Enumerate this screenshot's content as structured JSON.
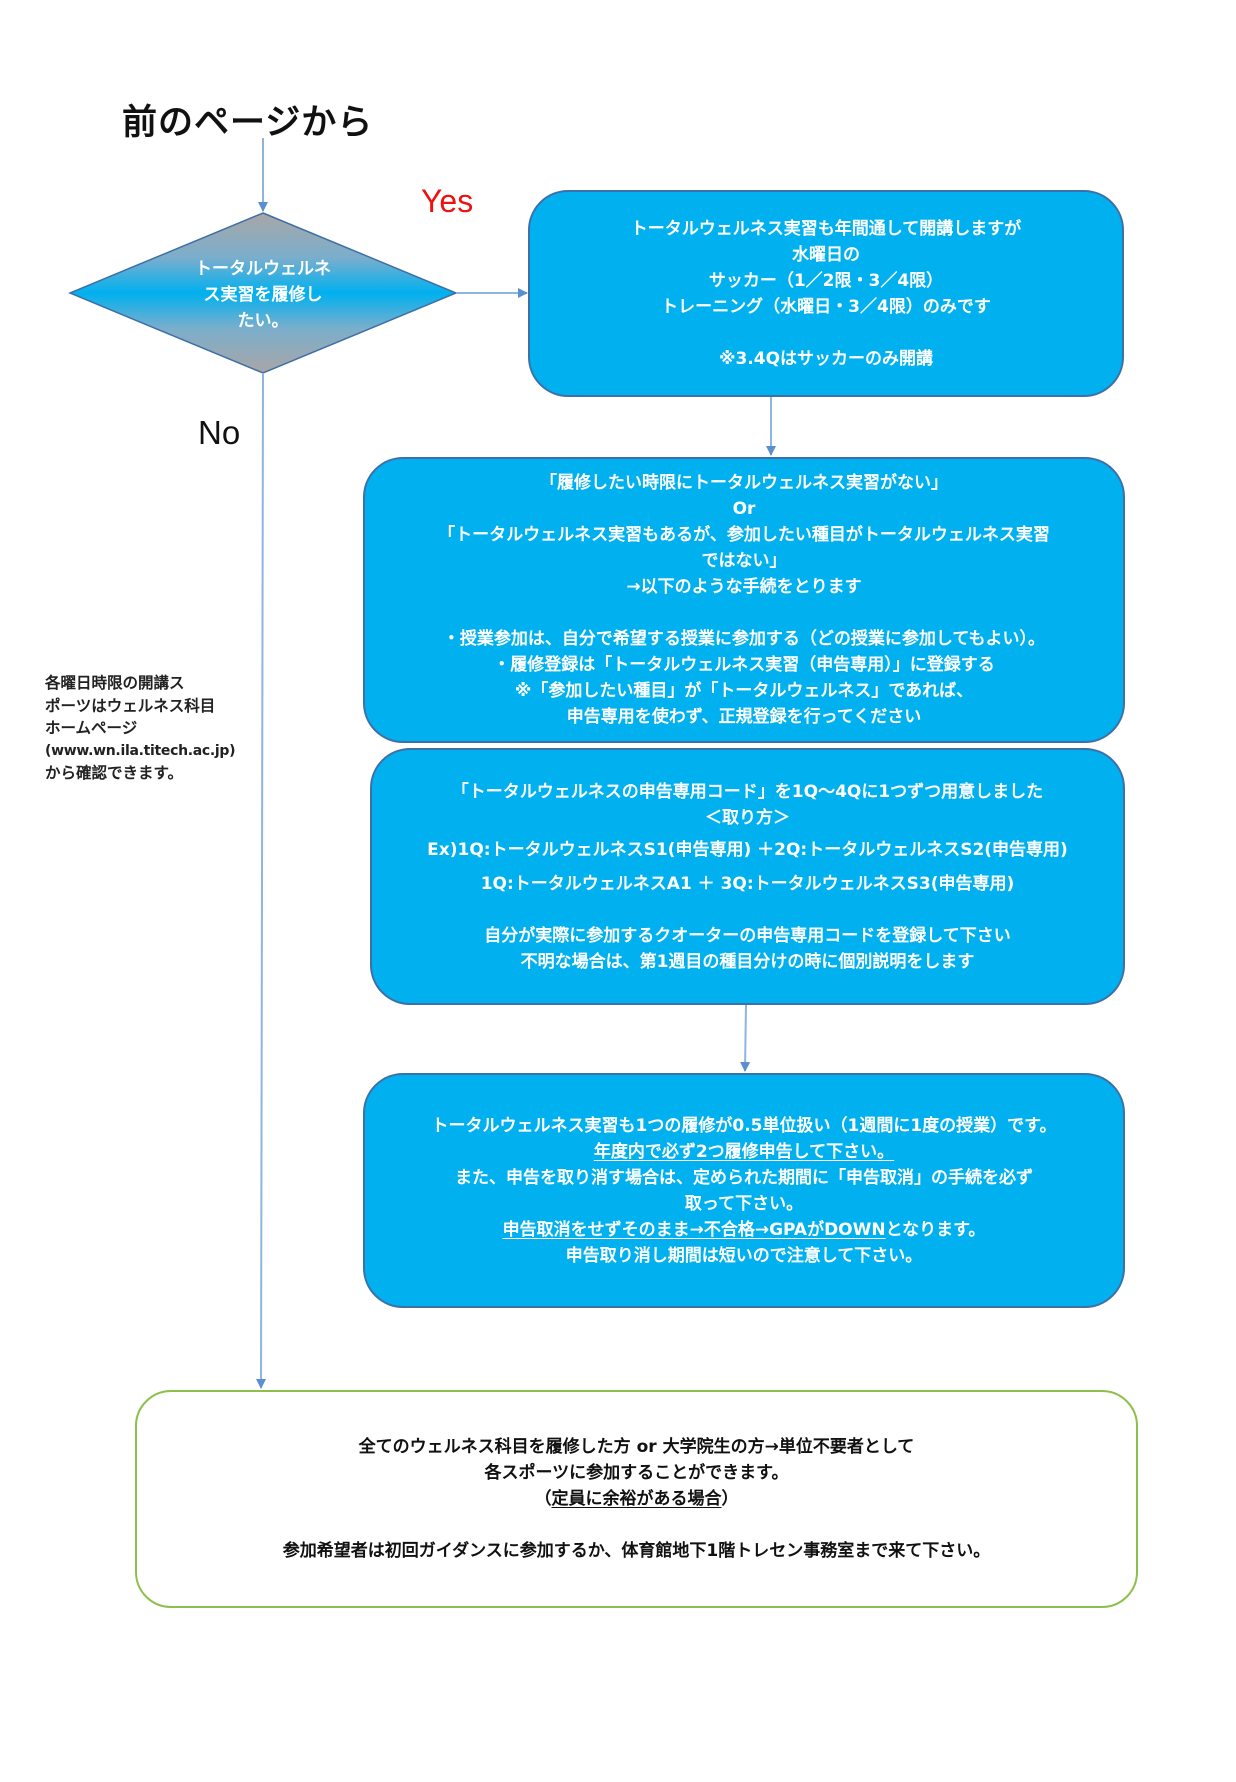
{
  "title": "前のページから",
  "decision": {
    "lines": [
      "トータルウェルネ",
      "ス実習を履修し",
      "たい。"
    ],
    "yes_label": "Yes",
    "no_label": "No"
  },
  "side_note": {
    "lines": [
      "各曜日時限の開講ス",
      "ポーツはウェルネス科目",
      "ホームページ",
      "(www.wn.ila.titech.ac.jp)",
      "から確認できます。"
    ]
  },
  "box_schedule": {
    "lines": [
      "トータルウェルネス実習も年間通して開講しますが",
      "水曜日の",
      "サッカー（1／2限・3／4限）",
      "トレーニング（水曜日・3／4限）のみです"
    ],
    "note": "※3.4Qはサッカーのみ開講"
  },
  "box_procedure": {
    "lines_top": [
      "「履修したい時限にトータルウェルネス実習がない」",
      "Or",
      "「トータルウェルネス実習もあるが、参加したい種目がトータルウェルネス実習",
      "ではない」",
      "→以下のような手続をとります"
    ],
    "lines_bottom": [
      "・授業参加は、自分で希望する授業に参加する（どの授業に参加してもよい）。",
      "・履修登録は「トータルウェルネス実習（申告専用）」に登録する",
      "※「参加したい種目」が「トータルウェルネス」であれば、",
      "申告専用を使わず、正規登録を行ってください"
    ]
  },
  "box_codes": {
    "line1": "「トータルウェルネスの申告専用コード」を1Q～4Qに1つずつ用意しました",
    "line2": "＜取り方＞",
    "example1": "Ex)1Q:トータルウェルネスS1(申告専用) ＋2Q:トータルウェルネスS2(申告専用)",
    "example2": "1Q:トータルウェルネスA1 ＋ 3Q:トータルウェルネスS3(申告専用)",
    "line3": "自分が実際に参加するクオーターの申告専用コードを登録して下さい",
    "line4": "不明な場合は、第1週目の種目分けの時に個別説明をします"
  },
  "box_credits": {
    "line1": "トータルウェルネス実習も1つの履修が0.5単位扱い（1週間に1度の授業）です。",
    "line2_underlined": "年度内で必ず2つ履修申告して下さい。",
    "line3": "また、申告を取り消す場合は、定められた期間に「申告取消」の手続を必ず",
    "line4": "取って下さい。",
    "line5_underlined": "申告取消をせずそのまま→不合格→GPAがDOWN",
    "line5_rest": "となります。",
    "line6": "申告取り消し期間は短いので注意して下さい。"
  },
  "box_no_credit": {
    "line1": "全てのウェルネス科目を履修した方 or 大学院生の方→単位不要者として",
    "line2": "各スポーツに参加することができます。",
    "line3_open": "（",
    "line3_underlined": "定員に余裕がある場合",
    "line3_close": "）",
    "line4": "参加希望者は初回ガイダンスに参加するか、体育館地下1階トレセン事務室まで来て下さい。"
  },
  "colors": {
    "box_fill": "#00b0ef",
    "box_border": "#3d6fa8",
    "yes": "#ee1111",
    "green_border": "#8cc04b",
    "connector": "#5b8fd0"
  }
}
